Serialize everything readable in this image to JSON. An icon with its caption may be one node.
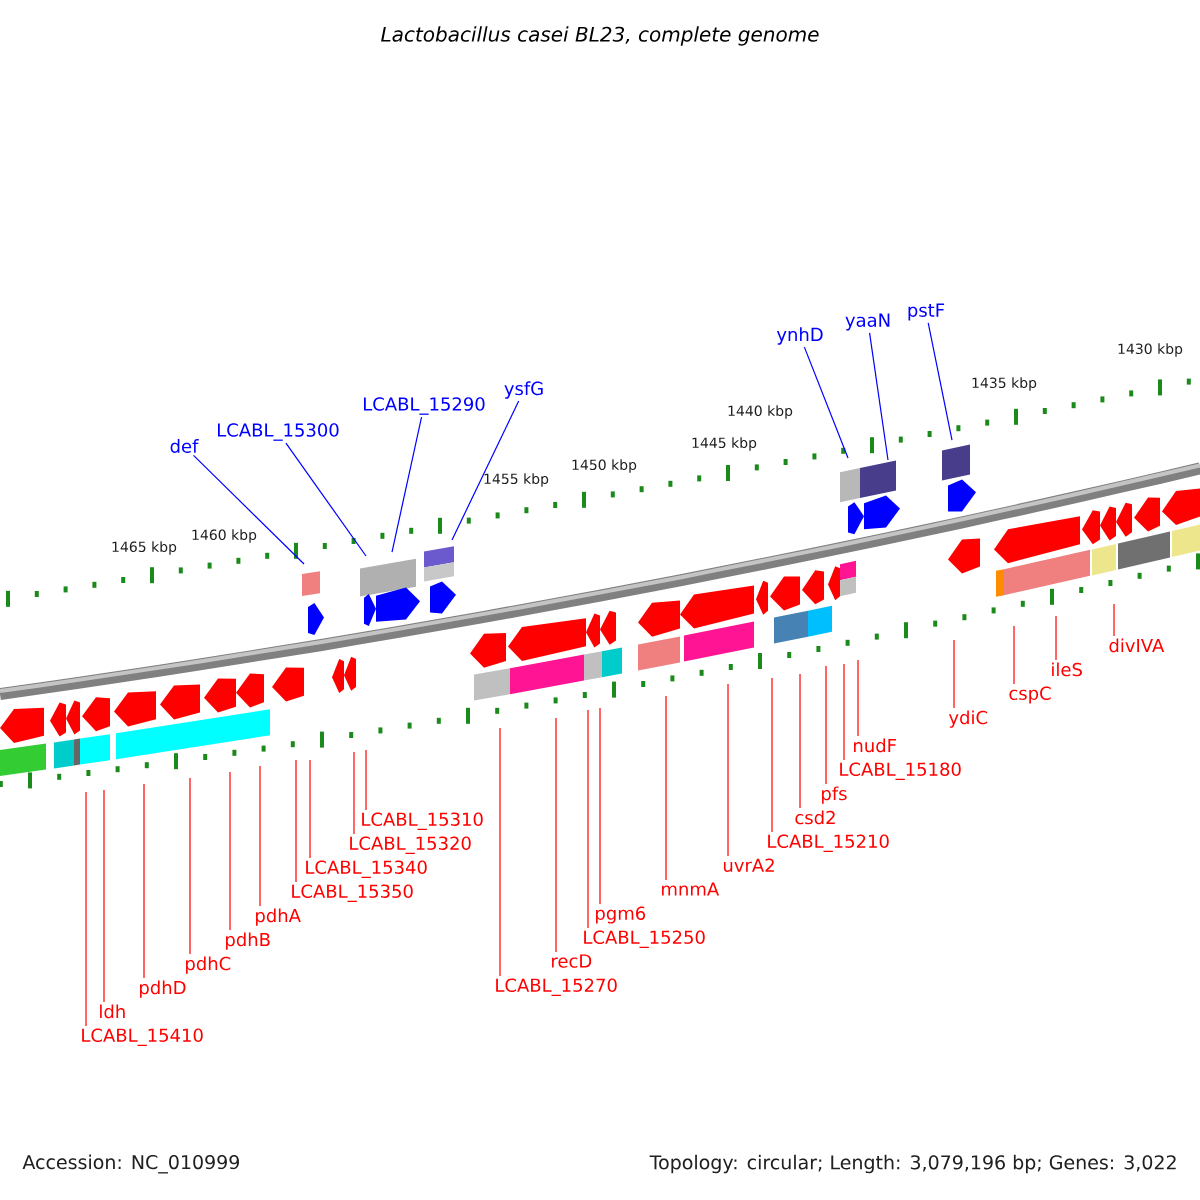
{
  "diagram": {
    "title": "Lactobacillus casei BL23, complete genome",
    "nodes": [
      {
        "text": [
          "def"
        ]
      },
      {
        "text": [
          "LCABL_15300"
        ]
      },
      {
        "text": [
          "LCABL_15290"
        ]
      },
      {
        "text": [
          "ysfG"
        ]
      },
      {
        "text": [
          "ynhD"
        ]
      },
      {
        "text": [
          "yaaN"
        ]
      },
      {
        "text": [
          "pstF"
        ]
      },
      {
        "text": [
          "LCABL_15410"
        ]
      },
      {
        "text": [
          "ldh"
        ]
      },
      {
        "text": [
          "pdhD"
        ]
      },
      {
        "text": [
          "pdhC"
        ]
      },
      {
        "text": [
          "pdhB"
        ]
      },
      {
        "text": [
          "pdhA"
        ]
      },
      {
        "text": [
          "LCABL_15350"
        ]
      },
      {
        "text": [
          "LCABL_15340"
        ]
      },
      {
        "text": [
          "LCABL_15320"
        ]
      },
      {
        "text": [
          "LCABL_15310"
        ]
      },
      {
        "text": [
          "LCABL_15270"
        ]
      },
      {
        "text": [
          "recD"
        ]
      },
      {
        "text": [
          "LCABL_15250"
        ]
      },
      {
        "text": [
          "pgm6"
        ]
      },
      {
        "text": [
          "mnmA"
        ]
      },
      {
        "text": [
          "uvrA2"
        ]
      },
      {
        "text": [
          "LCABL_15210"
        ]
      },
      {
        "text": [
          "csd2"
        ]
      },
      {
        "text": [
          "pfs"
        ]
      },
      {
        "text": [
          "LCABL_15180"
        ]
      },
      {
        "text": [
          "nudF"
        ]
      },
      {
        "text": [
          "ydiC"
        ]
      },
      {
        "text": [
          "cspC"
        ]
      },
      {
        "text": [
          "ileS"
        ]
      },
      {
        "text": [
          "divIVA"
        ]
      }
    ],
    "edges": [
      {
        "from": 0,
        "to": null,
        "arrow": "none",
        "color": "#0000ff"
      },
      {
        "from": 1,
        "to": null,
        "arrow": "none",
        "color": "#0000ff"
      },
      {
        "from": 2,
        "to": null,
        "arrow": "none",
        "color": "#0000ff"
      },
      {
        "from": 3,
        "to": null,
        "arrow": "none",
        "color": "#0000ff"
      },
      {
        "from": 4,
        "to": null,
        "arrow": "none",
        "color": "#0000ff"
      },
      {
        "from": 5,
        "to": null,
        "arrow": "none",
        "color": "#0000ff"
      },
      {
        "from": 6,
        "to": null,
        "arrow": "none",
        "color": "#0000ff"
      },
      {
        "from": 7,
        "to": null,
        "arrow": "none"
      },
      {
        "from": 8,
        "to": null,
        "arrow": "none"
      },
      {
        "from": 9,
        "to": null,
        "arrow": "none"
      },
      {
        "from": 10,
        "to": null,
        "arrow": "none"
      },
      {
        "from": 11,
        "to": null,
        "arrow": "none"
      },
      {
        "from": 12,
        "to": null,
        "arrow": "none"
      },
      {
        "from": 13,
        "to": null,
        "arrow": "none"
      },
      {
        "from": 14,
        "to": null,
        "arrow": "none"
      },
      {
        "from": 15,
        "to": null,
        "arrow": "none"
      },
      {
        "from": 16,
        "to": null,
        "arrow": "none"
      },
      {
        "from": 17,
        "to": null,
        "arrow": "none"
      },
      {
        "from": 18,
        "to": null,
        "arrow": "none"
      },
      {
        "from": 19,
        "to": null,
        "arrow": "none"
      },
      {
        "from": 20,
        "to": null,
        "arrow": "none"
      },
      {
        "from": 21,
        "to": null,
        "arrow": "none"
      },
      {
        "from": 22,
        "to": null,
        "arrow": "none"
      },
      {
        "from": 23,
        "to": null,
        "arrow": "none"
      },
      {
        "from": 24,
        "to": null,
        "arrow": "none"
      },
      {
        "from": 25,
        "to": null,
        "arrow": "none"
      },
      {
        "from": 26,
        "to": null,
        "arrow": "none"
      },
      {
        "from": 27,
        "to": null,
        "arrow": "none"
      },
      {
        "from": 28,
        "to": null,
        "arrow": "none"
      },
      {
        "from": 29,
        "to": null,
        "arrow": "none"
      },
      {
        "from": 30,
        "to": null,
        "arrow": "none"
      },
      {
        "from": 31,
        "to": null,
        "arrow": "none"
      }
    ],
    "labels": [
      "1465 kbp",
      "1460 kbp",
      "1455 kbp",
      "1450 kbp",
      "1445 kbp",
      "1440 kbp",
      "1435 kbp",
      "1430 kbp",
      "Accession: NC_010999",
      "Topology: circular; Length: 3,079,196 bp; Genes: 3,022"
    ]
  }
}
